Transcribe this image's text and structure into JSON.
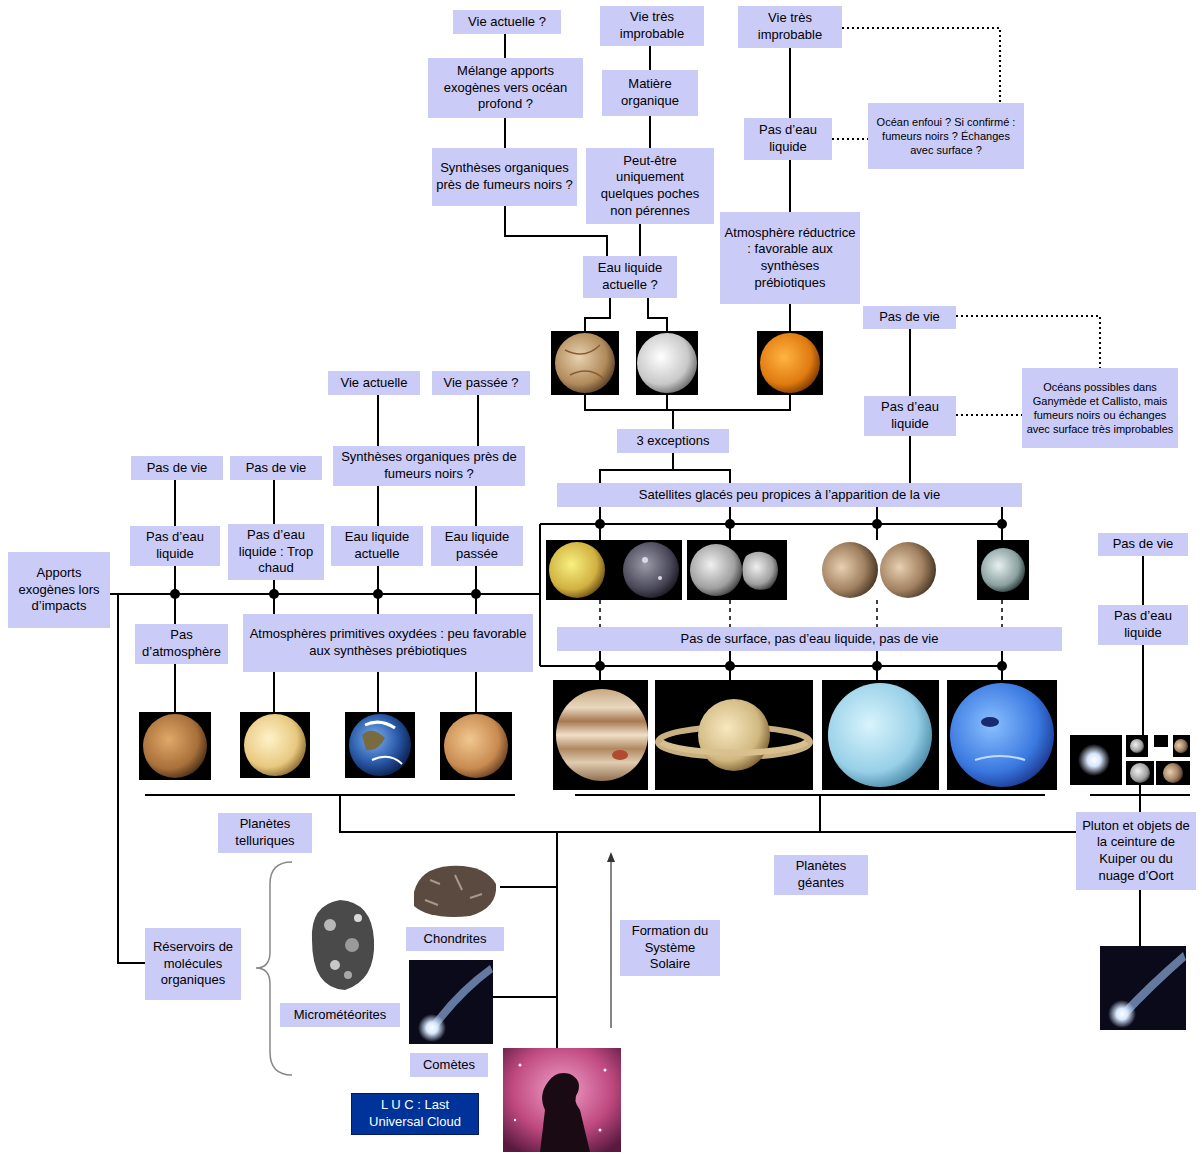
{
  "diagram": {
    "nodes": [
      {
        "text": [
          "Vie actuelle ?"
        ]
      },
      {
        "text": [
          "Mélange apports exogènes vers océan profond ?"
        ]
      },
      {
        "text": [
          "Synthèses organiques près de fumeurs noirs ?"
        ]
      },
      {
        "text": [
          "Peut-être uniquement quelques poches non pérennes"
        ]
      },
      {
        "text": [
          "Vie très improbable"
        ]
      },
      {
        "text": [
          "Matière organique"
        ]
      },
      {
        "text": [
          "Vie très improbable"
        ]
      },
      {
        "text": [
          "Pas d’eau liquide"
        ]
      },
      {
        "text": [
          "Océan enfoui ? Si confirmé : fumeurs noirs ? Échanges avec surface ?"
        ]
      },
      {
        "text": [
          "Eau liquide actuelle ?"
        ]
      },
      {
        "text": [
          "Atmosphère réductrice : favorable aux synthèses prébiotiques"
        ]
      },
      {
        "text": [
          "Pas de vie"
        ]
      },
      {
        "text": [
          "Pas d’eau liquide"
        ]
      },
      {
        "text": [
          "Océans possibles dans Ganymède et Callisto, mais fumeurs noirs ou échanges avec surface très improbables"
        ]
      },
      {
        "text": [
          "3 exceptions"
        ]
      },
      {
        "text": [
          "Vie actuelle"
        ]
      },
      {
        "text": [
          "Vie passée ?"
        ]
      },
      {
        "text": [
          "Synthèses organiques près de fumeurs noirs ?"
        ]
      },
      {
        "text": [
          "Pas de vie"
        ]
      },
      {
        "text": [
          "Pas de vie"
        ]
      },
      {
        "text": [
          "Satellites glacés peu propices à l’apparition de la vie"
        ]
      },
      {
        "text": [
          "Pas de vie"
        ]
      },
      {
        "text": [
          "Pas d’eau liquide"
        ]
      },
      {
        "text": [
          "Pas d’eau liquide : Trop chaud"
        ]
      },
      {
        "text": [
          "Eau liquide actuelle"
        ]
      },
      {
        "text": [
          "Eau liquide passée"
        ]
      },
      {
        "text": [
          "Apports exogènes lors d’impacts"
        ]
      },
      {
        "text": [
          "Pas d’eau liquide"
        ]
      },
      {
        "text": [
          "Pas d’atmosphère"
        ]
      },
      {
        "text": [
          "Atmosphères primitives oxydées : peu favorable aux synthèses prébiotiques"
        ]
      },
      {
        "text": [
          "Pas de surface, pas d’eau liquide, pas de vie"
        ]
      },
      {
        "text": [
          "Planètes telluriques"
        ]
      },
      {
        "text": [
          "Pluton et objets de la ceinture de Kuiper ou du nuage d’Oort"
        ]
      },
      {
        "text": [
          "Planètes géantes"
        ]
      },
      {
        "text": [
          "Chondrites"
        ]
      },
      {
        "text": [
          "Formation du Système Solaire"
        ]
      },
      {
        "text": [
          "Réservoirs de molécules organiques"
        ]
      },
      {
        "text": [
          "Micrométéorites"
        ]
      },
      {
        "text": [
          "Comètes"
        ]
      },
      {
        "text": [
          "L U C : Last Universal Cloud"
        ]
      }
    ],
    "edges": [
      {
        "from": 9,
        "to": 2,
        "arrow": "none"
      },
      {
        "from": 2,
        "to": 1,
        "arrow": "none"
      },
      {
        "from": 1,
        "to": 0,
        "arrow": "none"
      },
      {
        "from": 9,
        "to": 3,
        "arrow": "none"
      },
      {
        "from": 3,
        "to": 5,
        "arrow": "none"
      },
      {
        "from": 5,
        "to": 4,
        "arrow": "none"
      },
      {
        "from": 10,
        "to": 7,
        "arrow": "none"
      },
      {
        "from": 7,
        "to": 6,
        "arrow": "none"
      },
      {
        "from": 7,
        "to": 8,
        "arrow": "none"
      },
      {
        "from": 6,
        "to": 8,
        "arrow": "none"
      },
      {
        "from": 12,
        "to": 11,
        "arrow": "none"
      },
      {
        "from": 12,
        "to": 13,
        "arrow": "none"
      },
      {
        "from": 11,
        "to": 13,
        "arrow": "none"
      },
      {
        "from": 20,
        "to": 14,
        "arrow": "none"
      },
      {
        "from": 20,
        "to": 12,
        "arrow": "none"
      },
      {
        "from": 24,
        "to": 17,
        "arrow": "none"
      },
      {
        "from": 25,
        "to": 17,
        "arrow": "none"
      },
      {
        "from": 17,
        "to": 15,
        "arrow": "none"
      },
      {
        "from": 17,
        "to": 16,
        "arrow": "none"
      },
      {
        "from": 22,
        "to": 18,
        "arrow": "none"
      },
      {
        "from": 23,
        "to": 19,
        "arrow": "none"
      },
      {
        "from": 28,
        "to": 22,
        "arrow": "none"
      },
      {
        "from": 29,
        "to": 23,
        "arrow": "none"
      },
      {
        "from": 29,
        "to": 24,
        "arrow": "none"
      },
      {
        "from": 29,
        "to": 25,
        "arrow": "none"
      },
      {
        "from": 27,
        "to": 21,
        "arrow": "none"
      },
      {
        "from": 26,
        "to": 22,
        "arrow": "none"
      },
      {
        "from": 26,
        "to": 23,
        "arrow": "none"
      },
      {
        "from": 26,
        "to": 24,
        "arrow": "none"
      },
      {
        "from": 26,
        "to": 25,
        "arrow": "none"
      },
      {
        "from": 36,
        "to": 26,
        "arrow": "none"
      }
    ]
  }
}
